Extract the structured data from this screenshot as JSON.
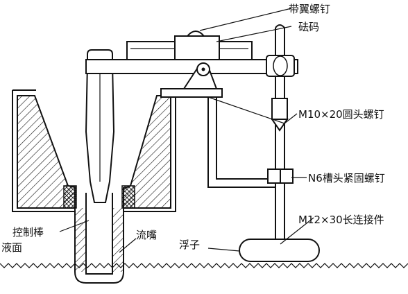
{
  "labels": {
    "wing_screw": "带翼螺钉",
    "weight": "砝码",
    "round_head_screw": "M10×20圆头螺钉",
    "slotted_set_screw": "N6槽头紧固螺钉",
    "connector": "M12×30长连接件",
    "float": "浮子",
    "control_rod": "控制棒",
    "liquid_level": "液面",
    "nozzle": "流嘴"
  },
  "colors": {
    "ink": "#111111",
    "background": "#ffffff",
    "hatch": "#111111"
  }
}
